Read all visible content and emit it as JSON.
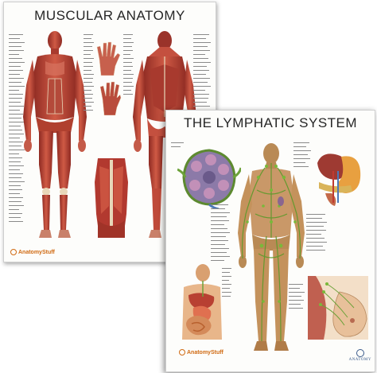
{
  "posters": {
    "muscular": {
      "title": "MUSCULAR ANATOMY",
      "brand": "AnatomyStuff",
      "colors": {
        "muscle": "#b2392f",
        "muscle_light": "#d9735e",
        "tendon": "#e8d7b9"
      }
    },
    "lymphatic": {
      "title": "THE LYMPHATIC SYSTEM",
      "brand": "AnatomyStuff",
      "logo_text": "ANATOMY",
      "colors": {
        "skin": "#b98a55",
        "vessel": "#6da23a",
        "organ": "#c98b65"
      }
    }
  }
}
